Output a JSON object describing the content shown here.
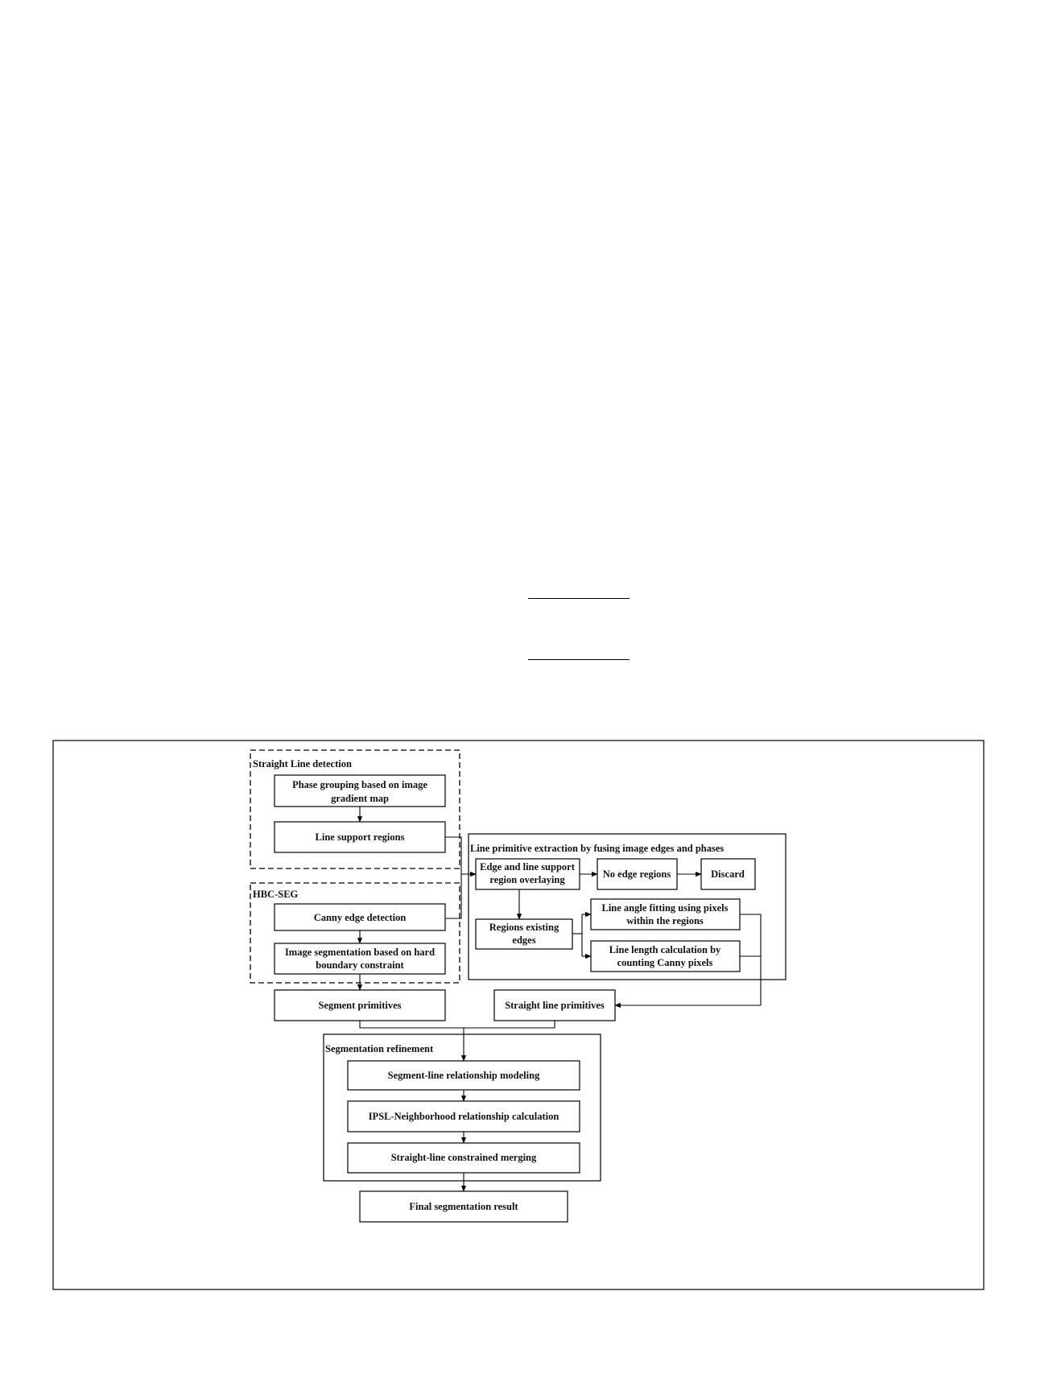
{
  "figure": {
    "groups": {
      "straight_line_detection": "Straight Line detection",
      "hbc_seg": "HBC-SEG",
      "line_primitive_extraction": "Line primitive extraction by fusing image edges and phases",
      "segmentation_refinement": "Segmentation refinement"
    },
    "nodes": {
      "phase_grouping": [
        "Phase grouping based on image",
        "gradient map"
      ],
      "line_support_regions": "Line support regions",
      "canny_edge_detection": "Canny edge detection",
      "image_segmentation": [
        "Image segmentation based on hard",
        "boundary constraint"
      ],
      "edge_overlaying": [
        "Edge and line support",
        "region overlaying"
      ],
      "no_edge_regions": "No edge regions",
      "discard": "Discard",
      "regions_existing_edges": [
        "Regions existing",
        "edges"
      ],
      "line_angle_fitting": [
        "Line angle fitting using pixels",
        "within the regions"
      ],
      "line_length_calculation": [
        "Line length calculation by",
        "counting  Canny pixels"
      ],
      "segment_primitives": "Segment primitives",
      "straight_line_primitives": "Straight line primitives",
      "segment_line_modeling": "Segment-line  relationship modeling",
      "ipsl_neighborhood": "IPSL-Neighborhood relationship calculation",
      "straight_line_merging": "Straight-line constrained merging",
      "final_result": "Final segmentation result"
    }
  }
}
